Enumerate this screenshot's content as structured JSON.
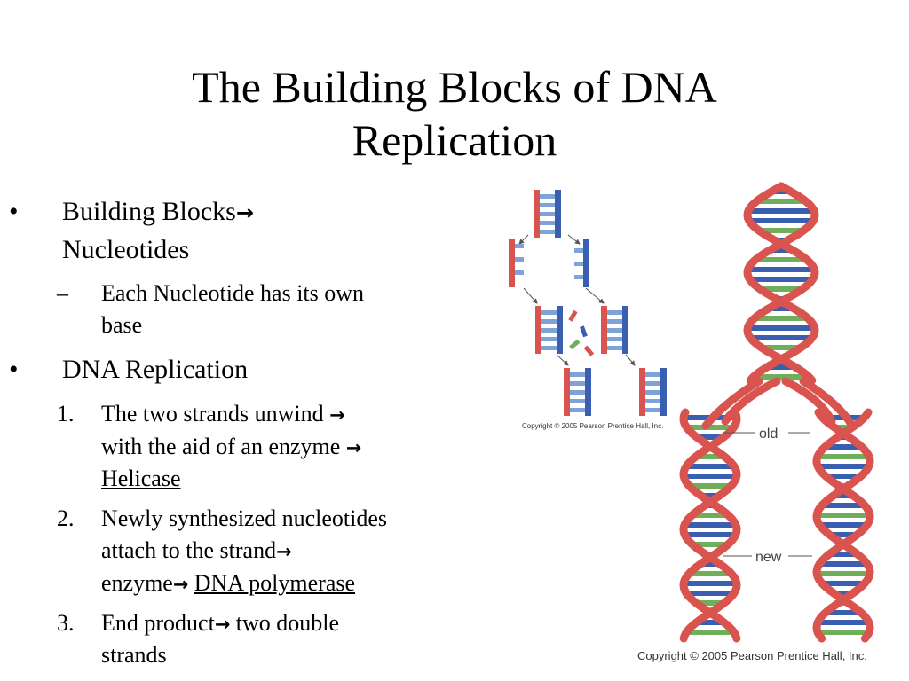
{
  "slide": {
    "title_line1": "The Building Blocks of DNA",
    "title_line2": "Replication",
    "arrow": "→",
    "b1": {
      "marker": "•",
      "text": "Building Blocks",
      "line2": "Nucleotides"
    },
    "b1_sub": {
      "marker": "–",
      "line1": "Each Nucleotide has its own",
      "line2": "base"
    },
    "b2": {
      "marker": "•",
      "text": "DNA Replication"
    },
    "items": [
      {
        "num": "1.",
        "line1": "The two strands unwind ",
        "line2": "with the aid of an enzyme ",
        "line3": "Helicase"
      },
      {
        "num": "2.",
        "line1": "Newly synthesized nucleotides",
        "line2": "attach to the strand",
        "line3a": "enzyme",
        "line3b": "DNA polymerase"
      },
      {
        "num": "3.",
        "line1a": "End product",
        "line1b": " two double",
        "line2": "strands"
      }
    ]
  },
  "figure_small": {
    "copyright": "Copyright © 2005 Pearson Prentice Hall, Inc."
  },
  "figure_large": {
    "label_old": "old",
    "label_new": "new",
    "copyright": "Copyright © 2005 Pearson Prentice Hall, Inc."
  },
  "colors": {
    "backbone": "#d9534f",
    "base_blue": "#3a5fb0",
    "base_green": "#6fae5a",
    "dark": "#1c3c7a"
  }
}
